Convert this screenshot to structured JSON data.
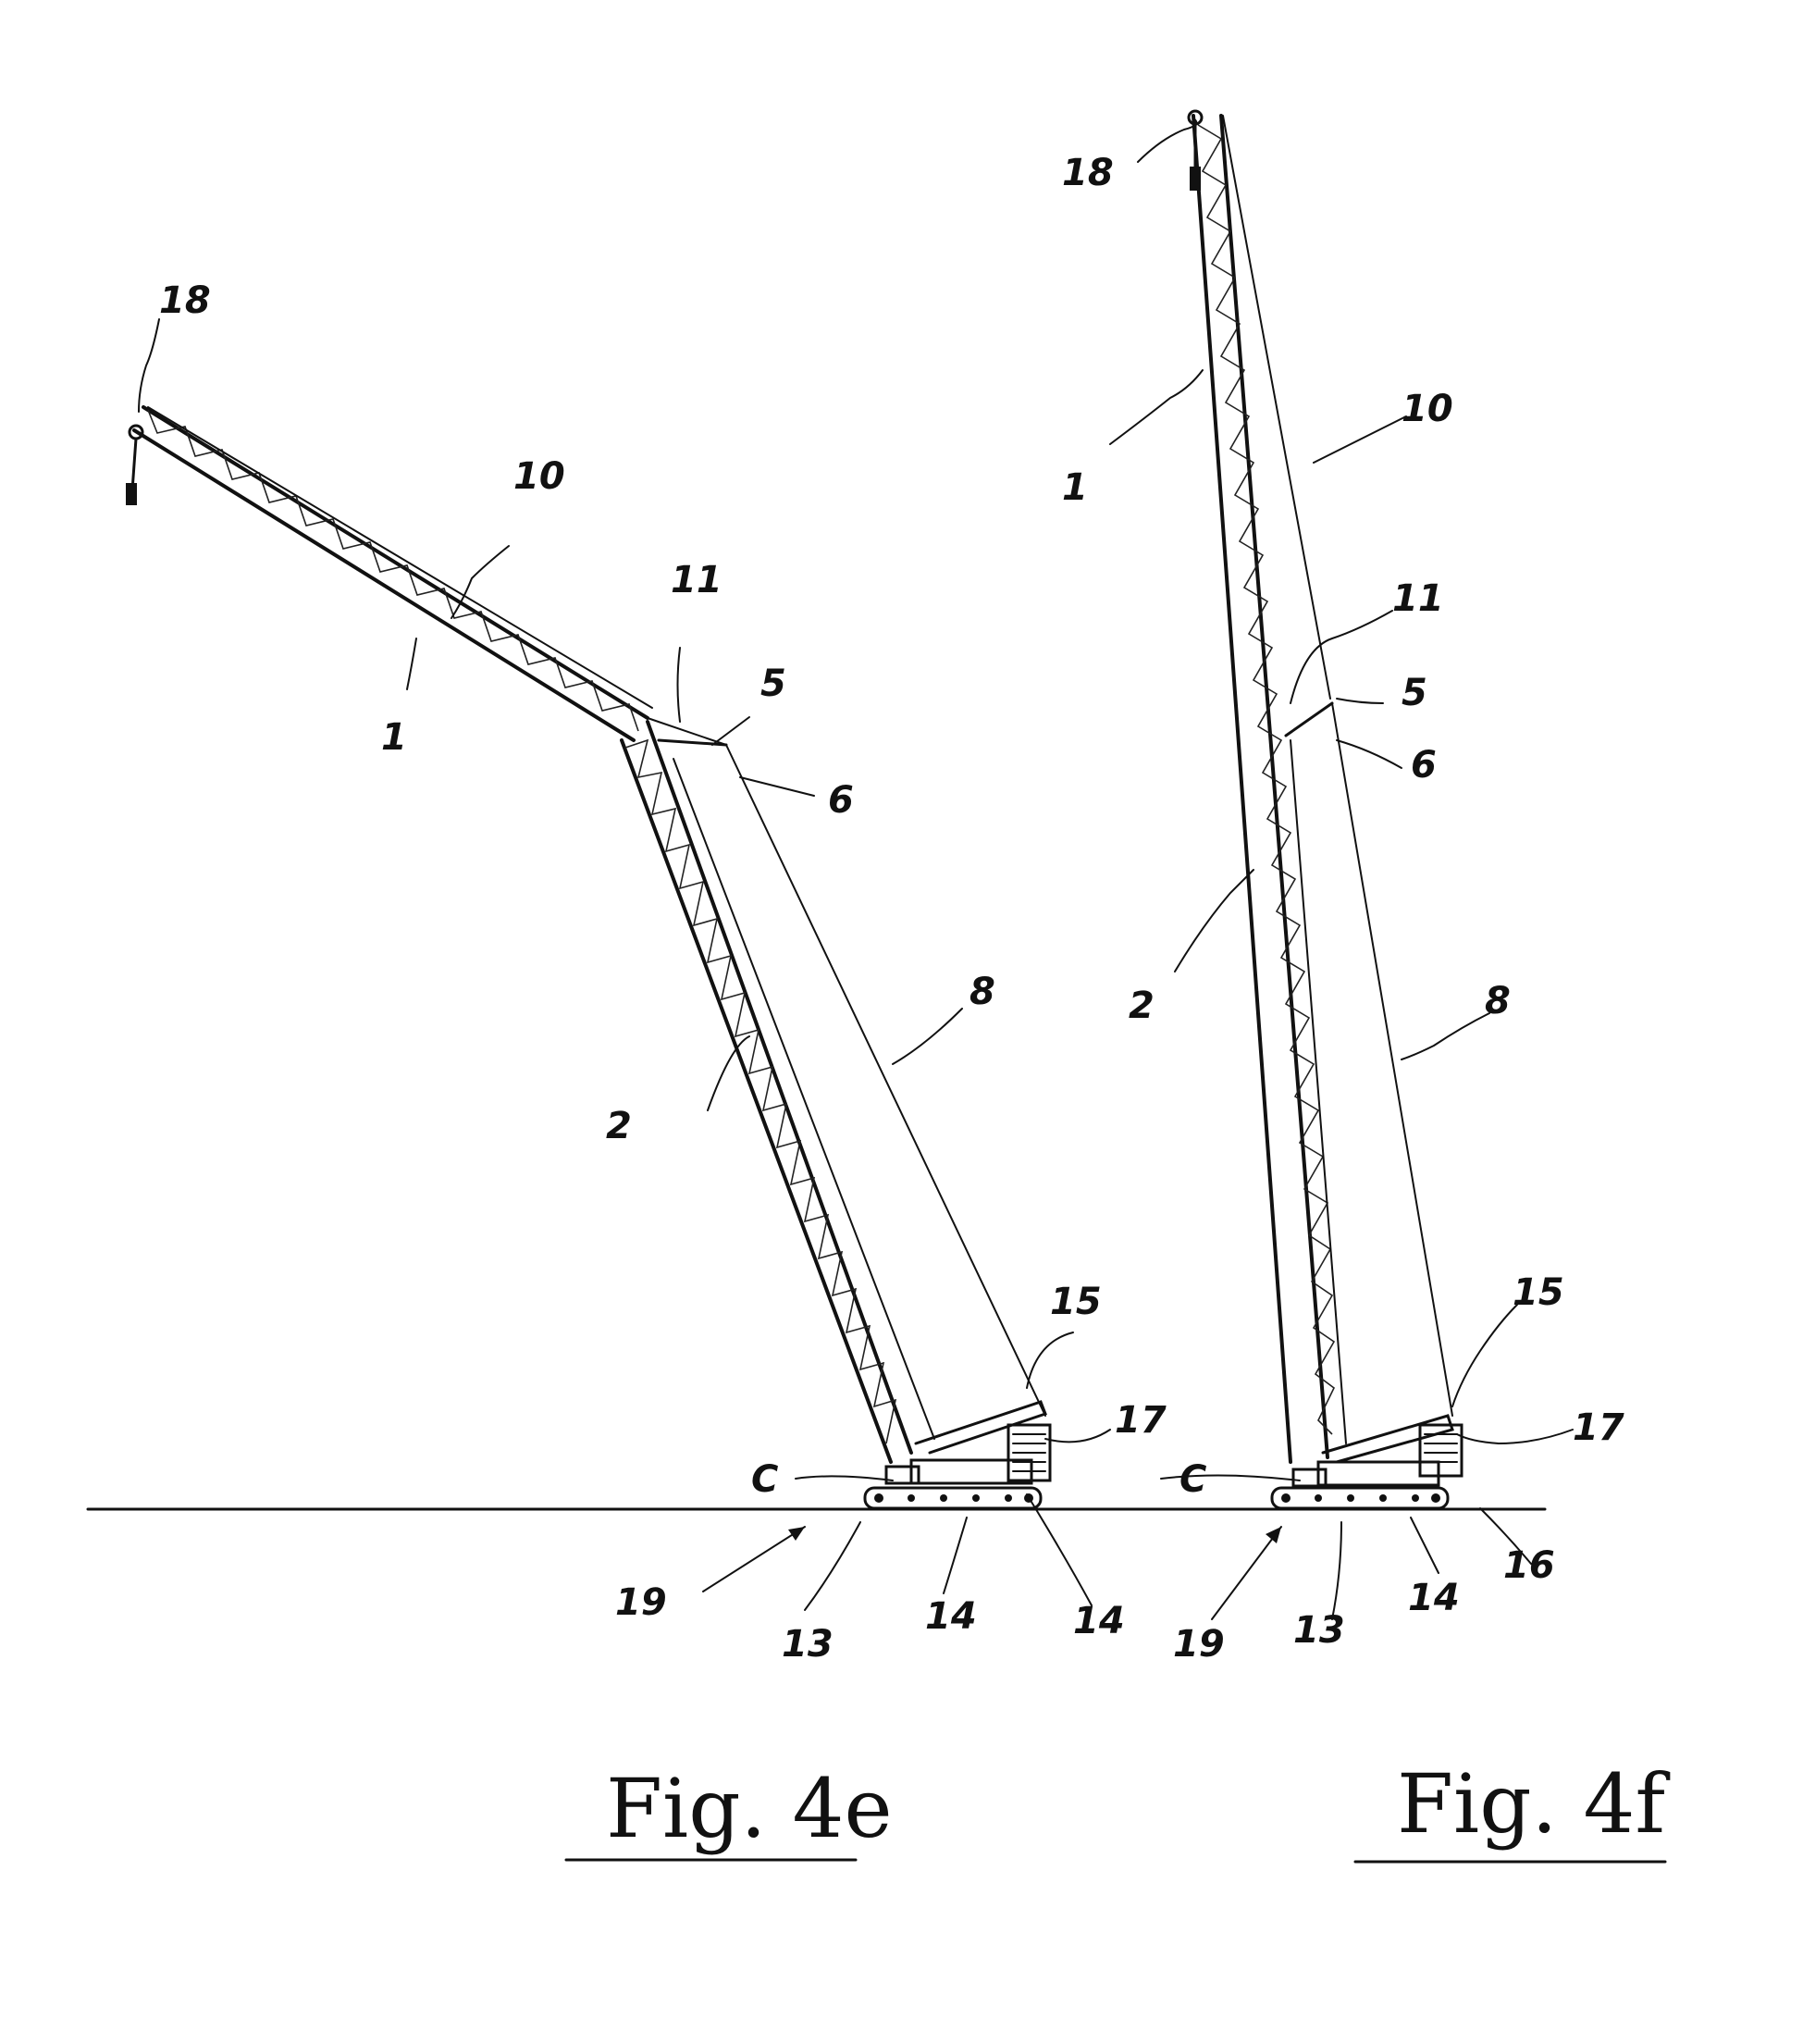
{
  "figures": [
    {
      "id": "fig-4e",
      "caption": "Fig. 4e",
      "refs": {
        "r18": "18",
        "r10": "10",
        "r1": "1",
        "r11": "11",
        "r5": "5",
        "r6": "6",
        "r8": "8",
        "r2": "2",
        "r15": "15",
        "r17": "17",
        "rC": "C",
        "r19": "19",
        "r13": "13",
        "r14a": "14",
        "r14b": "14"
      }
    },
    {
      "id": "fig-4f",
      "caption": "Fig. 4f",
      "refs": {
        "r18": "18",
        "r1": "1",
        "r10": "10",
        "r11": "11",
        "r5": "5",
        "r6": "6",
        "r2": "2",
        "r8": "8",
        "r15": "15",
        "r17": "17",
        "rC": "C",
        "r19": "19",
        "r13": "13",
        "r14": "14",
        "r16": "16"
      }
    }
  ],
  "colors": {
    "ink": "#111111",
    "paper": "#ffffff"
  }
}
